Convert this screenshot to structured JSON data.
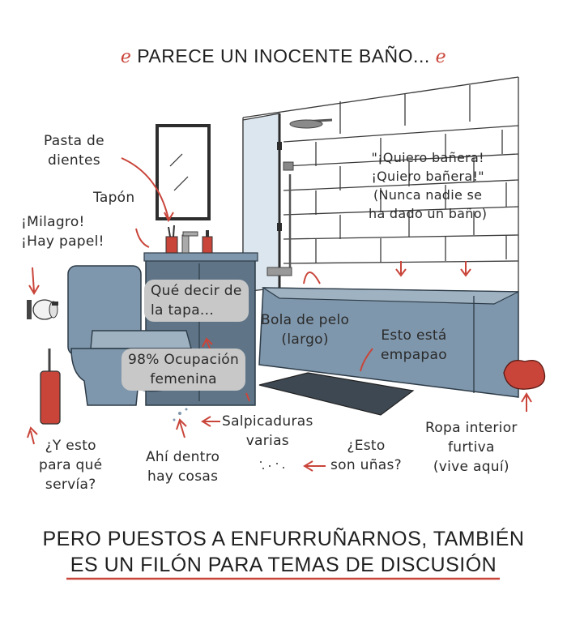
{
  "colors": {
    "fixture": "#7f97ac",
    "fixture_dark": "#5e7486",
    "accent": "#c9453a",
    "bubble": "#c8c8c8",
    "ink": "#2a2a2a"
  },
  "header": {
    "title": "PARECE UN INOCENTE BAÑO..."
  },
  "labels": {
    "pasta": [
      "Pasta de",
      "dientes"
    ],
    "tapon": "Tapón",
    "milagro": [
      "¡Milagro!",
      "¡Hay papel!"
    ],
    "banera": [
      "\"¡Quiero bañera!",
      "¡Quiero bañera!\"",
      "(Nunca nadie se",
      "ha dado un baño)"
    ],
    "tapa": [
      "Qué decir de",
      "la tapa..."
    ],
    "ocupacion": [
      "98% Ocupación",
      "femenina"
    ],
    "bola": [
      "Bola de pelo",
      "(largo)"
    ],
    "empapao": [
      "Esto está",
      "empapao"
    ],
    "salpicaduras": [
      "Salpicaduras",
      "varias"
    ],
    "unas": [
      "¿Esto",
      "son uñas?"
    ],
    "ropa": [
      "Ropa interior",
      "furtiva",
      "(vive aquí)"
    ],
    "servia": [
      "¿Y esto",
      "para qué",
      "servía?"
    ],
    "dentro": [
      "Ahí dentro",
      "hay cosas"
    ]
  },
  "footer": {
    "line1": "PERO PUESTOS A ENFURRUÑARNOS, TAMBIÉN",
    "line2": "ES UN FILÓN PARA TEMAS DE DISCUSIÓN"
  }
}
